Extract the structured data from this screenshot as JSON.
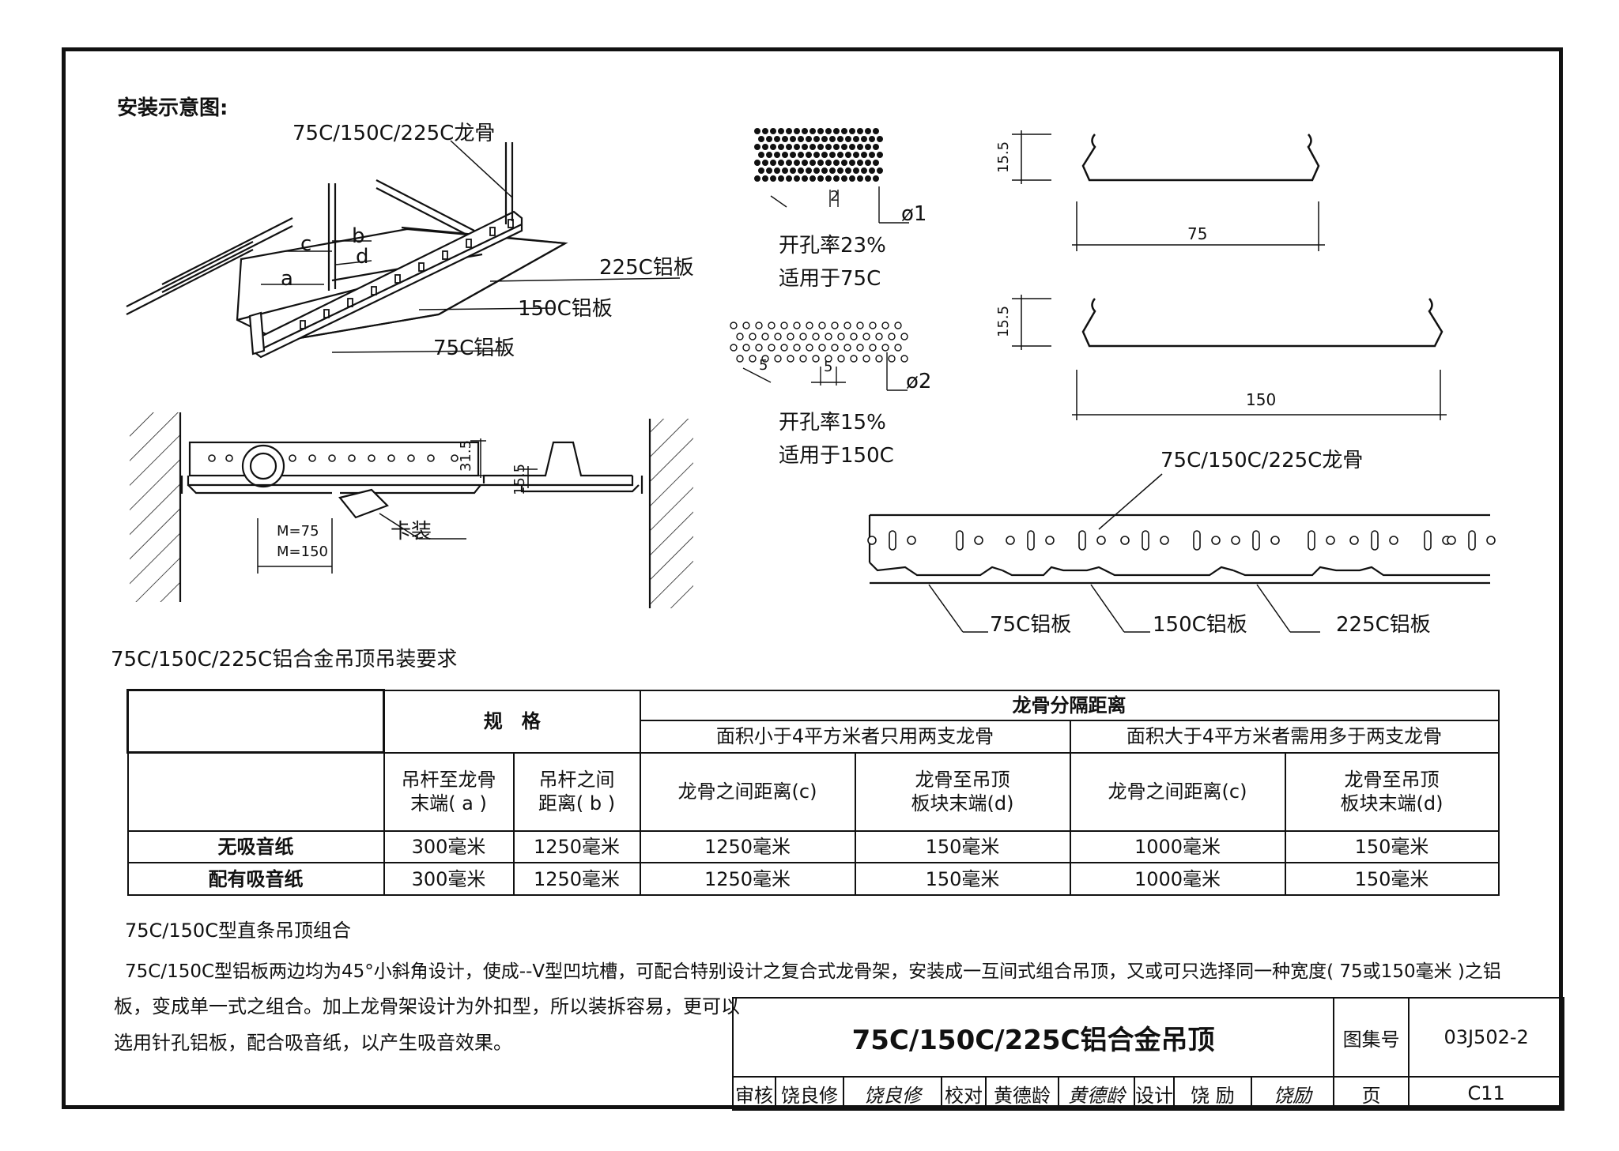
{
  "diagram": {
    "install_title": "安装示意图:",
    "keel_label_top": "75C/150C/225C龙骨",
    "label_c": "c",
    "label_b": "b",
    "label_d": "d",
    "label_a": "a",
    "plate_225": "225C铝板",
    "plate_150": "150C铝板",
    "plate_75": "75C铝板",
    "hole_dim_small": "ø1",
    "hole_rate_1": "开孔率23%",
    "hole_use_1": "适用于75C",
    "hole_dim_large": "ø2",
    "hole_rate_2": "开孔率15%",
    "hole_use_2": "适用于150C",
    "dim_2": "2",
    "dim_5a": "5",
    "dim_5b": "5",
    "dim_155_a": "15.5",
    "dim_75": "75",
    "dim_155_b": "15.5",
    "dim_150": "150",
    "keel_label_right": "75C/150C/225C龙骨",
    "sec_dim_315": "31.5",
    "sec_dim_155": "15.5",
    "m75": "M=75",
    "m150": "M=150",
    "clip_label": "卡装",
    "bottom_plate_75": "75C铝板",
    "bottom_plate_150": "150C铝板",
    "bottom_plate_225": "225C铝板"
  },
  "table": {
    "caption": "75C/150C/225C铝合金吊顶吊装要求",
    "spec_header": "规　格",
    "keel_spacing_header": "龙骨分隔距离",
    "group_small": "面积小于4平方米者只用两支龙骨",
    "group_large": "面积大于4平方米者需用多于两支龙骨",
    "col_a": [
      "吊杆至龙骨",
      "末端( a )"
    ],
    "col_b": [
      "吊杆之间",
      "距离( b )"
    ],
    "col_c_small": "龙骨之间距离(c)",
    "col_d_small": [
      "龙骨至吊顶",
      "板块末端(d)"
    ],
    "col_c_large": "龙骨之间距离(c)",
    "col_d_large": [
      "龙骨至吊顶",
      "板块末端(d)"
    ],
    "rows": [
      {
        "label": "无吸音纸",
        "a": "300毫米",
        "b": "1250毫米",
        "c1": "1250毫米",
        "d1": "150毫米",
        "c2": "1000毫米",
        "d2": "150毫米"
      },
      {
        "label": "配有吸音纸",
        "a": "300毫米",
        "b": "1250毫米",
        "c1": "1250毫米",
        "d1": "150毫米",
        "c2": "1000毫米",
        "d2": "150毫米"
      }
    ]
  },
  "notes": {
    "heading": "75C/150C型直条吊顶组合",
    "line1": "75C/150C型铝板两边均为45°小斜角设计，使成--V型凹坑槽，可配合特别设计之复合式龙骨架，安装成一互间式组合吊顶，又或可只选择同一种宽度( 75或150毫米 )之铝",
    "line2": "板，变成单一式之组合。加上龙骨架设计为外扣型，所以装拆容易，更可以",
    "line3": "选用针孔铝板，配合吸音纸，以产生吸音效果。"
  },
  "title_block": {
    "title": "75C/150C/225C铝合金吊顶",
    "atlas_label": "图集号",
    "atlas_no": "03J502-2",
    "review_label": "审核",
    "reviewer": "饶良修",
    "reviewer_sig": "饶良修",
    "check_label": "校对",
    "checker": "黄德龄",
    "checker_sig": "黄德龄",
    "design_label": "设计",
    "designer": "饶 励",
    "designer_sig": "饶励",
    "page_label": "页",
    "page_no": "C11"
  },
  "colors": {
    "ink": "#111111",
    "paper": "#ffffff"
  }
}
